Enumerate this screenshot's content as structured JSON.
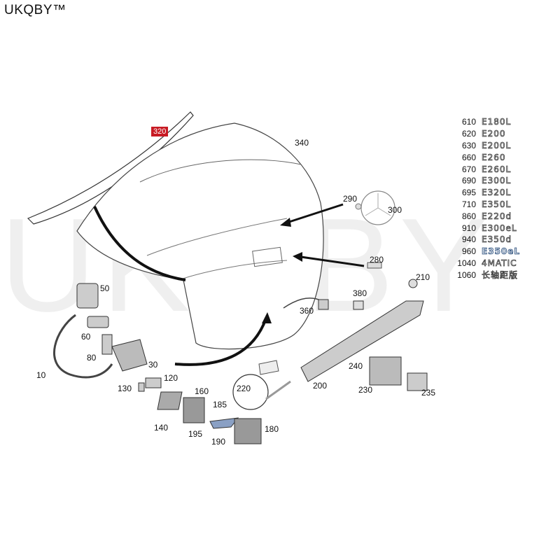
{
  "brand": "UKQBY™",
  "watermark": "UKQBY",
  "highlight_color": "#c81b24",
  "part_labels": {
    "p10": "10",
    "p30": "30",
    "p50": "50",
    "p60": "60",
    "p80": "80",
    "p120": "120",
    "p130": "130",
    "p140": "140",
    "p160": "160",
    "p180": "180",
    "p185": "185",
    "p190": "190",
    "p195": "195",
    "p200": "200",
    "p210": "210",
    "p220": "220",
    "p230": "230",
    "p235": "235",
    "p240": "240",
    "p280": "280",
    "p290": "290",
    "p300": "300",
    "p320": "320",
    "p340": "340",
    "p360": "360",
    "p380": "380"
  },
  "legend": [
    {
      "num": "610",
      "code": "E180L"
    },
    {
      "num": "620",
      "code": "E200"
    },
    {
      "num": "630",
      "code": "E200L"
    },
    {
      "num": "660",
      "code": "E260"
    },
    {
      "num": "670",
      "code": "E260L"
    },
    {
      "num": "690",
      "code": "E300L"
    },
    {
      "num": "695",
      "code": "E320L"
    },
    {
      "num": "710",
      "code": "E350L"
    },
    {
      "num": "860",
      "code": "E220d"
    },
    {
      "num": "910",
      "code": "E300eL"
    },
    {
      "num": "940",
      "code": "E350d"
    },
    {
      "num": "960",
      "code": "E350eL"
    },
    {
      "num": "1040",
      "code": "4MATIC"
    },
    {
      "num": "1060",
      "code": "长轴距版"
    }
  ]
}
